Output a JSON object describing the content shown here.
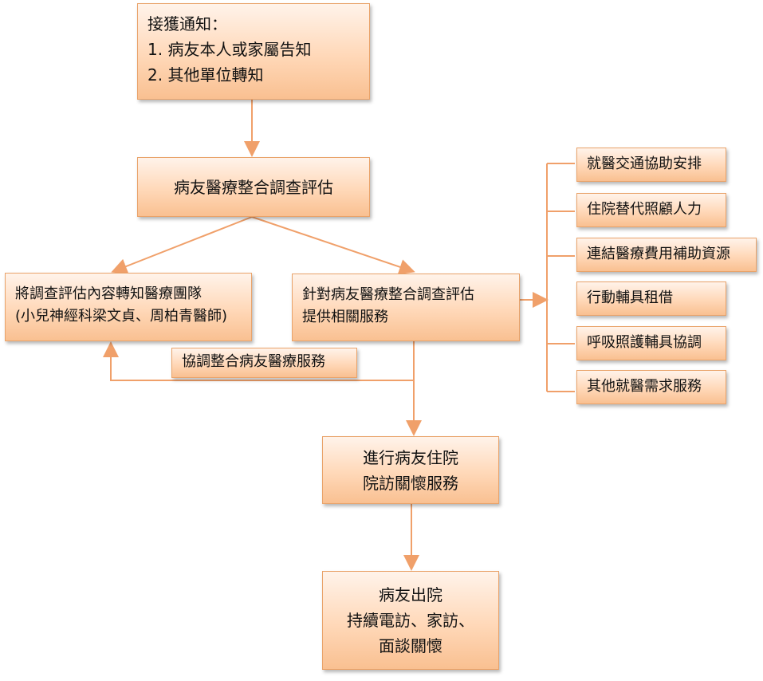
{
  "notice": {
    "title": "接獲通知：",
    "items": [
      "1.  病友本人或家屬告知",
      "2.  其他單位轉知"
    ]
  },
  "assessment": "病友醫療整合調查評估",
  "forward": {
    "line1": "將調查評估內容轉知醫療團隊",
    "line2": "(小兒神經科梁文貞、周柏青醫師)"
  },
  "provide": {
    "line1": "針對病友醫療整合調查評估",
    "line2": "提供相關服務"
  },
  "coordinate_label": "協調整合病友醫療服務",
  "services": [
    "就醫交通協助安排",
    "住院替代照顧人力",
    "連結醫療費用補助資源",
    "行動輔具租借",
    "呼吸照護輔具協調",
    "其他就醫需求服務"
  ],
  "visit": {
    "line1": "進行病友住院",
    "line2": "院訪關懷服務"
  },
  "discharge": {
    "line1": "病友出院",
    "line2": "持續電訪、家訪、",
    "line3": "面談關懷"
  },
  "colors": {
    "box_border": "#e9a36a",
    "connector": "#f0a06a"
  }
}
